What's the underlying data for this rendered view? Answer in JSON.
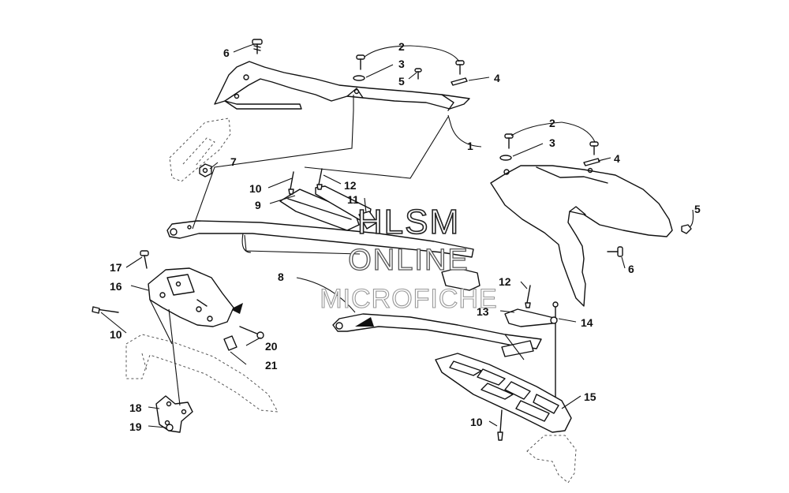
{
  "watermark": {
    "line1": "HLSM",
    "line2": "ONLINE",
    "line3": "MICROFICHE"
  },
  "callouts": [
    {
      "id": "c1",
      "label": "1"
    },
    {
      "id": "c2a",
      "label": "2"
    },
    {
      "id": "c2b",
      "label": "2"
    },
    {
      "id": "c3a",
      "label": "3"
    },
    {
      "id": "c3b",
      "label": "3"
    },
    {
      "id": "c4a",
      "label": "4"
    },
    {
      "id": "c4b",
      "label": "4"
    },
    {
      "id": "c5a",
      "label": "5"
    },
    {
      "id": "c5b",
      "label": "5"
    },
    {
      "id": "c6a",
      "label": "6"
    },
    {
      "id": "c6b",
      "label": "6"
    },
    {
      "id": "c7",
      "label": "7"
    },
    {
      "id": "c8",
      "label": "8"
    },
    {
      "id": "c9",
      "label": "9"
    },
    {
      "id": "c10a",
      "label": "10"
    },
    {
      "id": "c10b",
      "label": "10"
    },
    {
      "id": "c10c",
      "label": "10"
    },
    {
      "id": "c11",
      "label": "11"
    },
    {
      "id": "c12a",
      "label": "12"
    },
    {
      "id": "c12b",
      "label": "12"
    },
    {
      "id": "c13",
      "label": "13"
    },
    {
      "id": "c14",
      "label": "14"
    },
    {
      "id": "c15",
      "label": "15"
    },
    {
      "id": "c16",
      "label": "16"
    },
    {
      "id": "c17",
      "label": "17"
    },
    {
      "id": "c18",
      "label": "18"
    },
    {
      "id": "c19",
      "label": "19"
    },
    {
      "id": "c20",
      "label": "20"
    },
    {
      "id": "c21",
      "label": "21"
    }
  ]
}
